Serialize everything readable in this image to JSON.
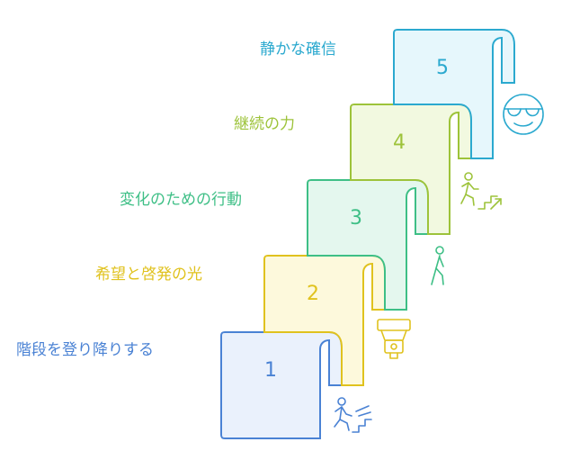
{
  "steps": [
    {
      "number": "1",
      "label": "階段を登り降りする",
      "color": "#4a82d4",
      "fill": "#eaf1fc",
      "icon": "person-climbing-stairs-icon"
    },
    {
      "number": "2",
      "label": "希望と啓発の光",
      "color": "#e0c21e",
      "fill": "#fdf9dc",
      "icon": "lantern-icon"
    },
    {
      "number": "3",
      "label": "変化のための行動",
      "color": "#3ebf86",
      "fill": "#e4f7ee",
      "icon": "walking-person-icon"
    },
    {
      "number": "4",
      "label": "継続の力",
      "color": "#9dc33a",
      "fill": "#f2f9e0",
      "icon": "person-ascending-stairs-icon"
    },
    {
      "number": "5",
      "label": "静かな確信",
      "color": "#2ba9cf",
      "fill": "#e6f7fc",
      "icon": "confident-face-sunglasses-icon"
    }
  ]
}
